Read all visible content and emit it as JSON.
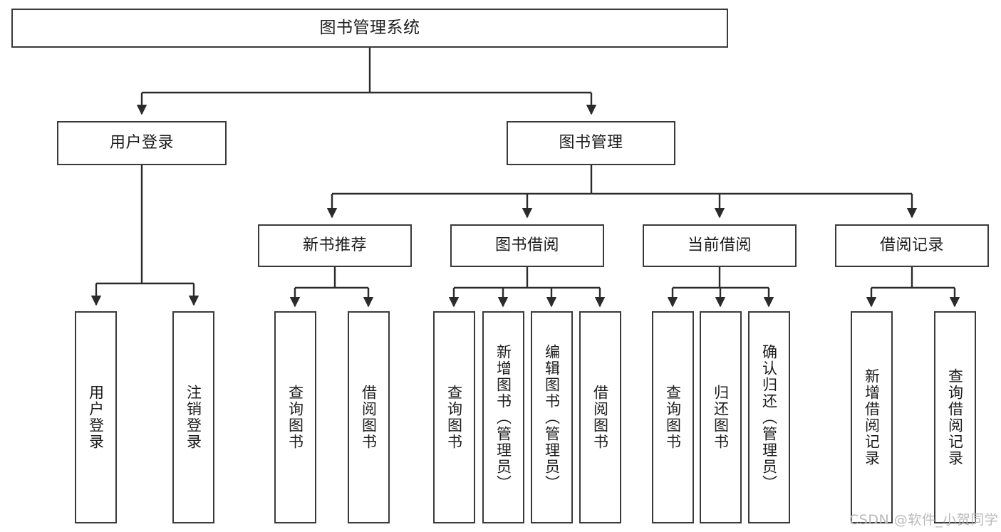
{
  "diagram": {
    "title": "图书管理系统",
    "type": "tree",
    "orientation": "top-down",
    "colors": {
      "box_border": "#3a3a3a",
      "box_fill": "#ffffff",
      "connector": "#2b2b2b",
      "text": "#1c1c1c",
      "watermark": "#b9b9b9",
      "background": "#ffffff"
    },
    "nodes": {
      "root": {
        "label": "图书管理系统",
        "orientation": "horizontal"
      },
      "level2": [
        {
          "id": "user-login",
          "label": "用户登录",
          "orientation": "horizontal"
        },
        {
          "id": "book-management",
          "label": "图书管理",
          "orientation": "horizontal"
        }
      ],
      "level3": [
        {
          "id": "new-book-recommend",
          "label": "新书推荐",
          "orientation": "horizontal",
          "parent": "book-management"
        },
        {
          "id": "book-borrow",
          "label": "图书借阅",
          "orientation": "horizontal",
          "parent": "book-management"
        },
        {
          "id": "current-borrow",
          "label": "当前借阅",
          "orientation": "horizontal",
          "parent": "book-management"
        },
        {
          "id": "borrow-record",
          "label": "借阅记录",
          "orientation": "horizontal",
          "parent": "book-management"
        }
      ],
      "leaves": {
        "user_login": [
          {
            "id": "leaf-user-login",
            "label": "用户登录"
          },
          {
            "id": "leaf-logout",
            "label": "注销登录"
          }
        ],
        "new_book_recommend": [
          {
            "id": "leaf-query-book-1",
            "label": "查询图书"
          },
          {
            "id": "leaf-borrow-book-1",
            "label": "借阅图书"
          }
        ],
        "book_borrow": [
          {
            "id": "leaf-query-book-2",
            "label": "查询图书"
          },
          {
            "id": "leaf-add-book",
            "label": "新增图书（管理员）"
          },
          {
            "id": "leaf-edit-book",
            "label": "编辑图书（管理员）"
          },
          {
            "id": "leaf-borrow-book-2",
            "label": "借阅图书"
          }
        ],
        "current_borrow": [
          {
            "id": "leaf-query-book-3",
            "label": "查询图书"
          },
          {
            "id": "leaf-return-book",
            "label": "归还图书"
          },
          {
            "id": "leaf-confirm-return",
            "label": "确认归还（管理员）"
          }
        ],
        "borrow_record": [
          {
            "id": "leaf-add-record",
            "label": "新增借阅记录"
          },
          {
            "id": "leaf-query-record",
            "label": "查询借阅记录"
          }
        ]
      }
    }
  },
  "watermark": {
    "text": "CSDN @软件_小贺同学"
  }
}
